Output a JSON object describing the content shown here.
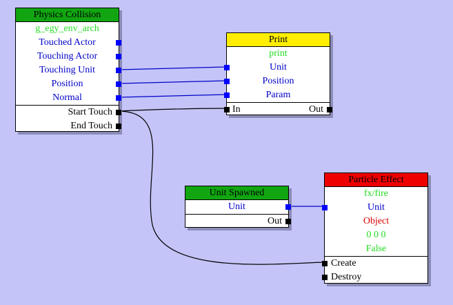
{
  "colors": {
    "canvas_bg": "#c4c4f8",
    "title_green": "#11a611",
    "title_yellow": "#ffee00",
    "title_red": "#ee0000",
    "data_port": "#0000ff",
    "flow_port": "#000000",
    "data_wire": "#0000c8",
    "flow_wire": "#000000"
  },
  "nodes": {
    "physics_collision": {
      "title": "Physics Collision",
      "param": "g_egy_env_arch",
      "outputs": [
        "Touched Actor",
        "Touching Actor",
        "Touching Unit",
        "Position",
        "Normal"
      ],
      "events": [
        "Start Touch",
        "End Touch"
      ]
    },
    "print": {
      "title": "Print",
      "param": "print",
      "inputs": [
        "Unit",
        "Position",
        "Param"
      ],
      "flow_in": "In",
      "flow_out": "Out"
    },
    "unit_spawned": {
      "title": "Unit Spawned",
      "output": "Unit",
      "flow_out": "Out"
    },
    "particle_effect": {
      "title": "Particle Effect",
      "param": "fx/fire",
      "input": "Unit",
      "object": "Object",
      "offset": "0 0 0",
      "flag": "False",
      "actions": [
        "Create",
        "Destroy"
      ]
    }
  }
}
